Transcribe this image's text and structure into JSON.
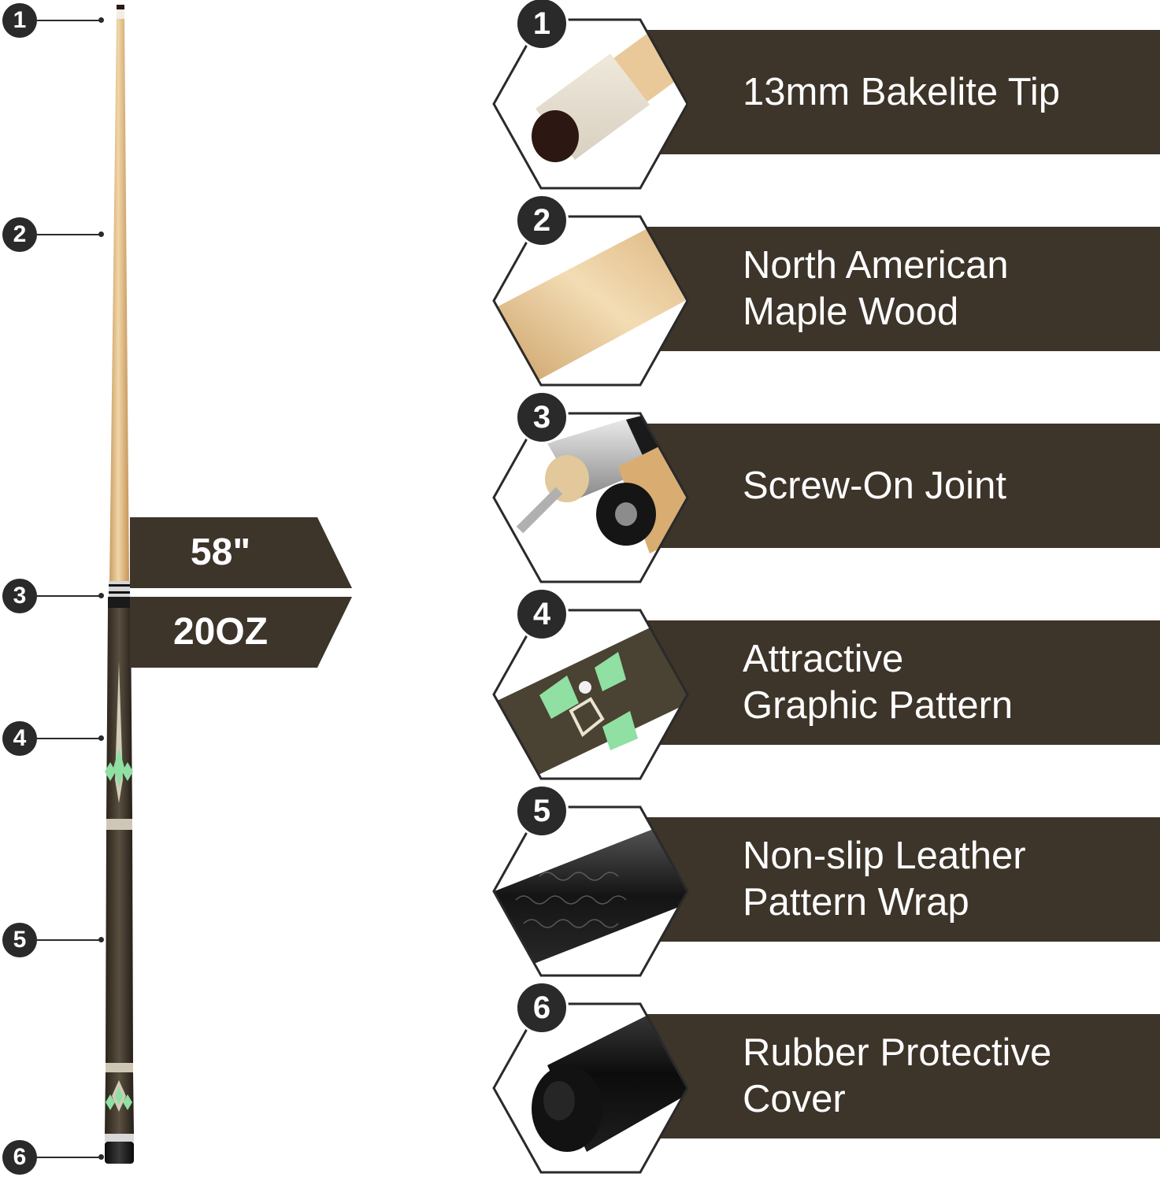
{
  "callouts": [
    "1",
    "2",
    "3",
    "4",
    "5",
    "6"
  ],
  "specs": {
    "length": "58\"",
    "weight": "20OZ"
  },
  "features": [
    {
      "number": "1",
      "label": "13mm Bakelite Tip",
      "image": "tip-closeup"
    },
    {
      "number": "2",
      "label": "North American\nMaple Wood",
      "image": "maple-shaft-closeup"
    },
    {
      "number": "3",
      "label": "Screw-On Joint",
      "image": "joint-closeup"
    },
    {
      "number": "4",
      "label": "Attractive\nGraphic Pattern",
      "image": "inlay-pattern-closeup"
    },
    {
      "number": "5",
      "label": "Non-slip Leather\nPattern Wrap",
      "image": "leather-wrap-closeup"
    },
    {
      "number": "6",
      "label": "Rubber Protective\nCover",
      "image": "rubber-bumper-closeup"
    }
  ],
  "colors": {
    "band": "#3d342a",
    "badge": "#2a2a2a",
    "maple": "#e9c999",
    "butt": "#3a3226",
    "inlay_green": "#8fe0a2"
  }
}
